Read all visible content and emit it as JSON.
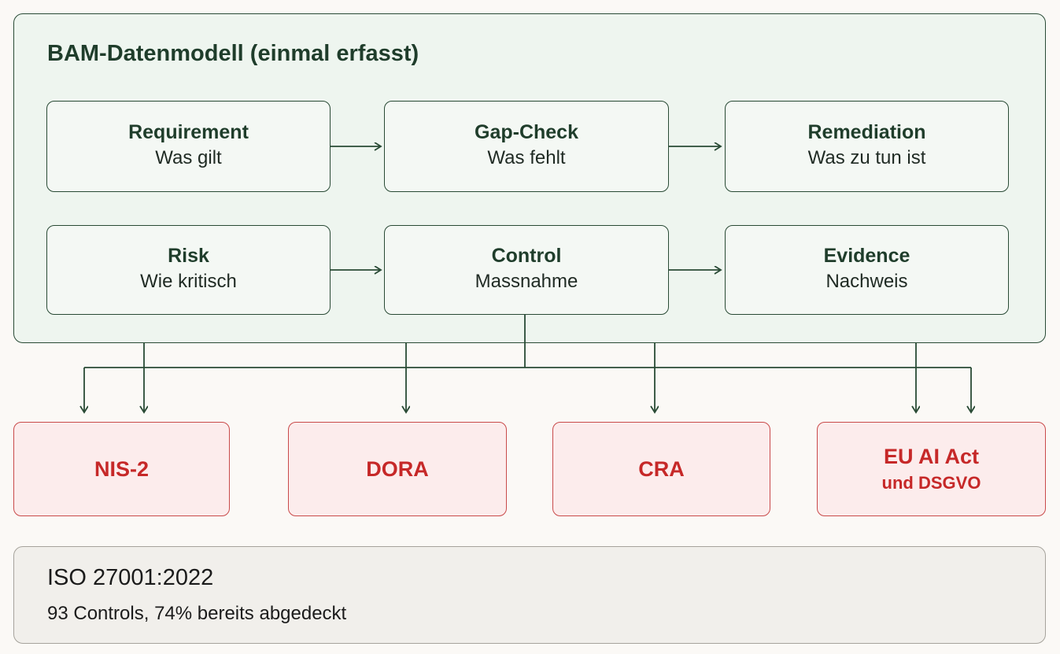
{
  "model": {
    "title": "BAM-Datenmodell (einmal erfasst)",
    "nodes": [
      {
        "title": "Requirement",
        "subtitle": "Was gilt"
      },
      {
        "title": "Gap-Check",
        "subtitle": "Was fehlt"
      },
      {
        "title": "Remediation",
        "subtitle": "Was zu tun ist"
      },
      {
        "title": "Risk",
        "subtitle": "Wie kritisch"
      },
      {
        "title": "Control",
        "subtitle": "Massnahme"
      },
      {
        "title": "Evidence",
        "subtitle": "Nachweis"
      }
    ]
  },
  "regulations": [
    {
      "label": "NIS-2",
      "sub": ""
    },
    {
      "label": "DORA",
      "sub": ""
    },
    {
      "label": "CRA",
      "sub": ""
    },
    {
      "label": "EU AI Act",
      "sub": "und DSGVO"
    }
  ],
  "iso": {
    "title": "ISO 27001:2022",
    "subtitle": "93 Controls, 74% bereits abgedeckt"
  },
  "colors": {
    "model_border": "#294a35",
    "model_fill": "#eef5ef",
    "regulation_border": "#c94a4a",
    "regulation_fill": "#fcecec",
    "regulation_text": "#c62828",
    "iso_fill": "#f1efeb"
  }
}
